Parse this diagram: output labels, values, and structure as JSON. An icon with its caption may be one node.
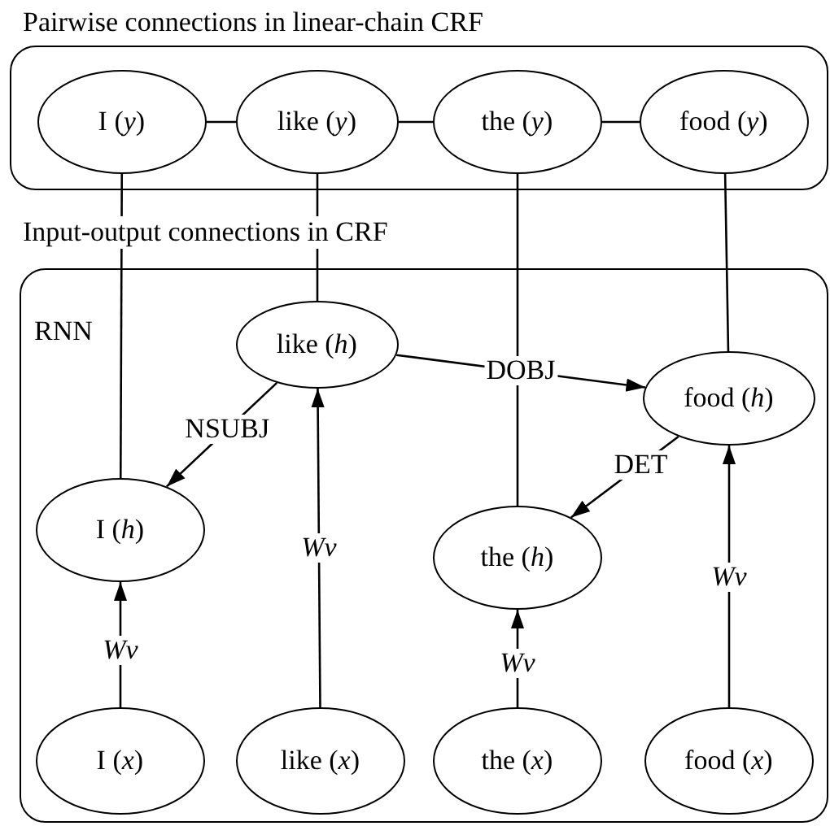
{
  "diagram": {
    "nodes": [
      {
        "text": [
          "Pairwise connections in linear-chain CRF"
        ]
      },
      {
        "text": [
          "I (*y*)"
        ],
        "in": 0
      },
      {
        "text": [
          "like (*y*)"
        ],
        "in": 0
      },
      {
        "text": [
          "the (*y*)"
        ],
        "in": 0
      },
      {
        "text": [
          "food (*y*)"
        ],
        "in": 0
      },
      {
        "text": [
          "Input-output connections in CRF",
          "RNN"
        ]
      },
      {
        "text": [
          "like (*h*)"
        ],
        "in": 5
      },
      {
        "text": [
          "food (*h*)"
        ],
        "in": 5
      },
      {
        "text": [
          "I (*h*)"
        ],
        "in": 5
      },
      {
        "text": [
          "the (*h*)"
        ],
        "in": 5
      },
      {
        "text": [
          "I (*x*)"
        ],
        "in": 5
      },
      {
        "text": [
          "like (*x*)"
        ],
        "in": 5
      },
      {
        "text": [
          "the (*x*)"
        ],
        "in": 5
      },
      {
        "text": [
          "food (*x*)"
        ],
        "in": 5
      }
    ],
    "edges": [
      {
        "from": 1,
        "to": 2,
        "arrow": "none"
      },
      {
        "from": 2,
        "to": 3,
        "arrow": "none"
      },
      {
        "from": 3,
        "to": 4,
        "arrow": "none"
      },
      {
        "from": 1,
        "to": 8,
        "arrow": "none"
      },
      {
        "from": 2,
        "to": 6,
        "arrow": "none"
      },
      {
        "from": 3,
        "to": 9,
        "arrow": "none"
      },
      {
        "from": 4,
        "to": 7,
        "arrow": "none"
      },
      {
        "from": 6,
        "to": 7,
        "arrow": "to",
        "label": "DOBJ"
      },
      {
        "from": 6,
        "to": 8,
        "arrow": "to",
        "label": "NSUBJ"
      },
      {
        "from": 7,
        "to": 9,
        "arrow": "to",
        "label": "DET"
      },
      {
        "from": 10,
        "to": 8,
        "arrow": "to",
        "label": "*Wv*"
      },
      {
        "from": 11,
        "to": 6,
        "arrow": "to",
        "label": "*Wv*"
      },
      {
        "from": 12,
        "to": 9,
        "arrow": "to",
        "label": "*Wv*"
      },
      {
        "from": 13,
        "to": 7,
        "arrow": "to",
        "label": "*Wv*"
      }
    ]
  }
}
